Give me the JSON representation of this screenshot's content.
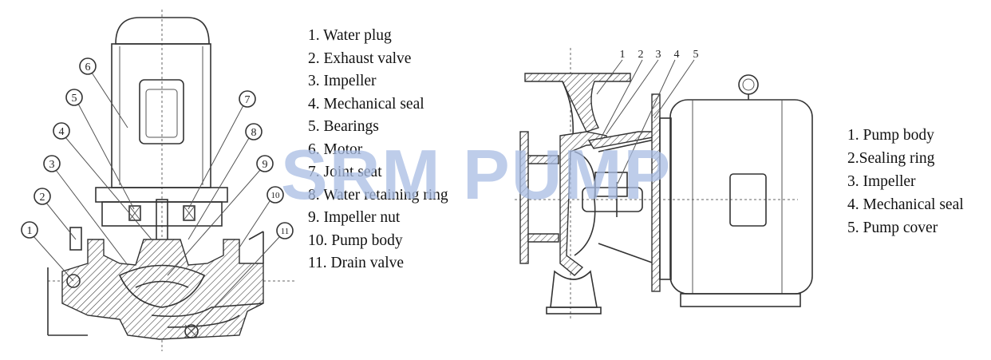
{
  "watermark": "SRM PUMP",
  "vertical_pump": {
    "callouts": [
      "1",
      "2",
      "3",
      "4",
      "5",
      "6",
      "7",
      "8",
      "9",
      "10",
      "11"
    ],
    "legend": [
      "1. Water plug",
      "2. Exhaust valve",
      "3. Impeller",
      "4. Mechanical seal",
      "5. Bearings",
      "6. Motor",
      "7. Joint seat",
      "8. Water retaining ring",
      "9. Impeller nut",
      "10. Pump body",
      "11. Drain valve"
    ]
  },
  "horizontal_pump": {
    "callouts": [
      "1",
      "2",
      "3",
      "4",
      "5"
    ],
    "legend": [
      "1. Pump body",
      "2.Sealing ring",
      "3. Impeller",
      "4. Mechanical seal",
      "5. Pump cover"
    ]
  }
}
